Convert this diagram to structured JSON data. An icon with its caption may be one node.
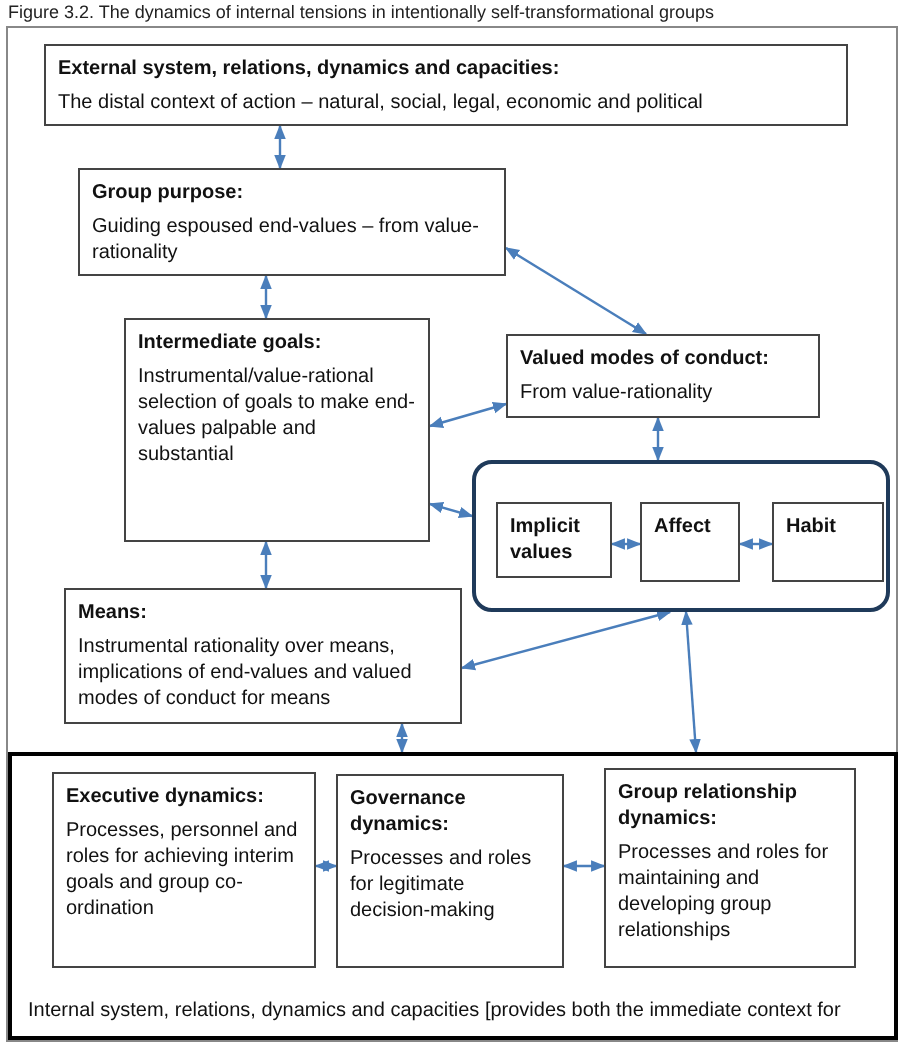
{
  "diagram": {
    "title": "Figure 3.2. The dynamics of internal tensions in intentionally self-transformational groups",
    "nodes": [
      {
        "text": [
          "External system, relations, dynamics and capacities:",
          "The distal context of action – natural, social, legal, economic and political"
        ]
      },
      {
        "text": [
          "Group purpose:",
          "Guiding espoused end-values – from value-rationality"
        ]
      },
      {
        "text": [
          "Intermediate goals:",
          "Instrumental/value-rational selection of goals to make end-values palpable and substantial"
        ]
      },
      {
        "text": [
          "Valued modes of conduct:",
          "From value-rationality"
        ]
      },
      {
        "text": [],
        "shape": "box"
      },
      {
        "text": [
          "Implicit values"
        ],
        "in": 4
      },
      {
        "text": [
          "Affect"
        ],
        "in": 4
      },
      {
        "text": [
          "Habit"
        ],
        "in": 4
      },
      {
        "text": [
          "Means:",
          "Instrumental rationality over means, implications of end-values and valued modes of conduct for means"
        ]
      },
      {
        "text": [
          "Internal system, relations, dynamics and capacities [provides both the immediate context for"
        ]
      },
      {
        "text": [
          "Executive dynamics:",
          "Processes, personnel and roles for achieving interim goals and group co-ordination"
        ],
        "in": 9
      },
      {
        "text": [
          "Governance dynamics:",
          "Processes and roles for legitimate decision-making"
        ],
        "in": 9
      },
      {
        "text": [
          "Group relationship dynamics:",
          "Processes and roles for maintaining and developing group relationships"
        ],
        "in": 9
      }
    ],
    "edges": [
      {
        "from": 0,
        "to": 1,
        "arrow": "both"
      },
      {
        "from": 1,
        "to": 3,
        "arrow": "both"
      },
      {
        "from": 1,
        "to": 2,
        "arrow": "both"
      },
      {
        "from": 2,
        "to": 3,
        "arrow": "both"
      },
      {
        "from": 2,
        "to": 4,
        "arrow": "both"
      },
      {
        "from": 3,
        "to": 4,
        "arrow": "both"
      },
      {
        "from": 5,
        "to": 6,
        "arrow": "both"
      },
      {
        "from": 6,
        "to": 7,
        "arrow": "both"
      },
      {
        "from": 2,
        "to": 8,
        "arrow": "both"
      },
      {
        "from": 8,
        "to": 4,
        "arrow": "both"
      },
      {
        "from": 4,
        "to": 9,
        "arrow": "both"
      },
      {
        "from": 8,
        "to": 9,
        "arrow": "both"
      },
      {
        "from": 10,
        "to": 11,
        "arrow": "both"
      },
      {
        "from": 11,
        "to": 12,
        "arrow": "both"
      }
    ]
  }
}
